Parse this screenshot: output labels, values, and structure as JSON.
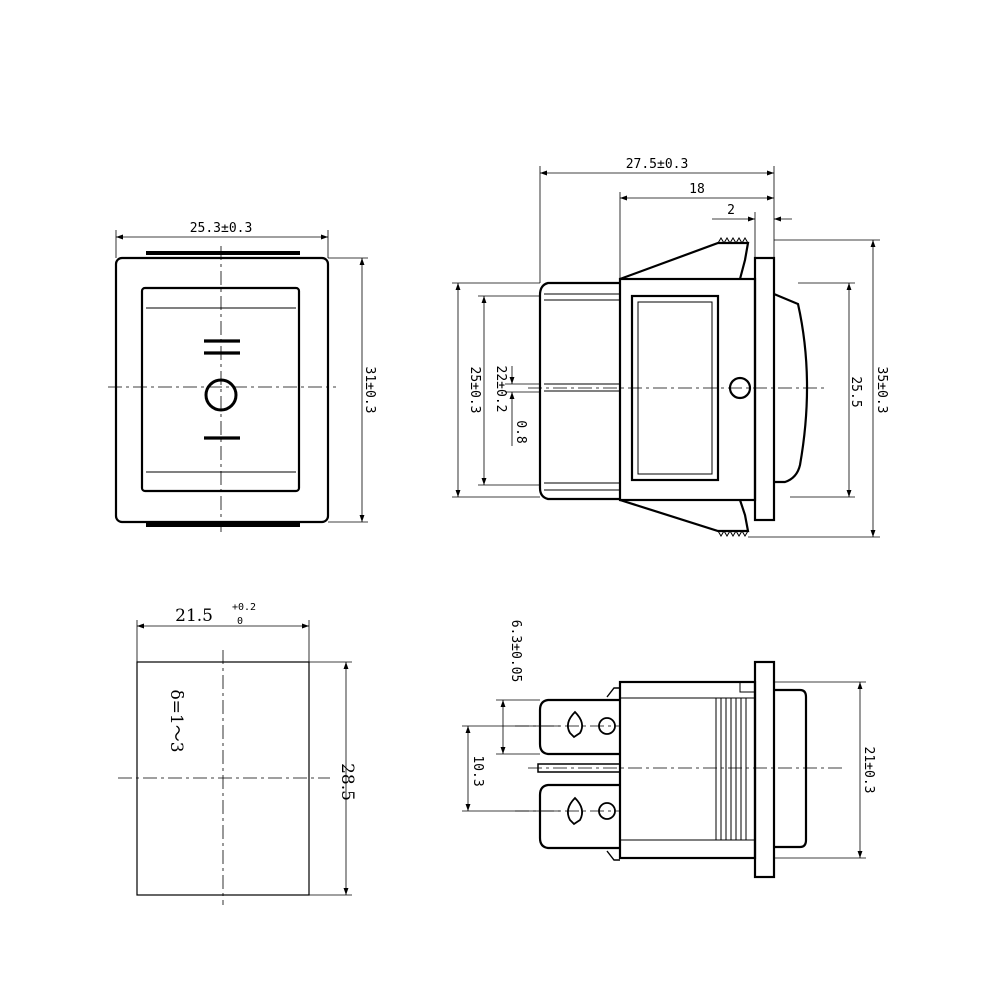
{
  "views": {
    "front": {
      "dim_width": "25.3±0.3",
      "dim_height": "31±0.3",
      "symbols": [
        "II",
        "O",
        "I"
      ]
    },
    "side": {
      "dim_total_depth": "27.5±0.3",
      "dim_body_depth": "18",
      "dim_flange": "2",
      "dim_total_height": "35±0.3",
      "dim_body_height": "25±0.3",
      "dim_terminal_span": "22±0.2",
      "dim_terminal_thickness": "0.8",
      "dim_rocker_height": "25.5"
    },
    "cutout": {
      "dim_width_main": "21.5",
      "dim_width_tol_upper": "+0.2",
      "dim_width_tol_lower": "0",
      "dim_height": "28.5",
      "panel_thickness": "δ=1～3"
    },
    "bottom": {
      "dim_terminal_width": "6.3±0.05",
      "dim_terminal_pitch": "10.3",
      "dim_body_height": "21±0.3"
    }
  }
}
